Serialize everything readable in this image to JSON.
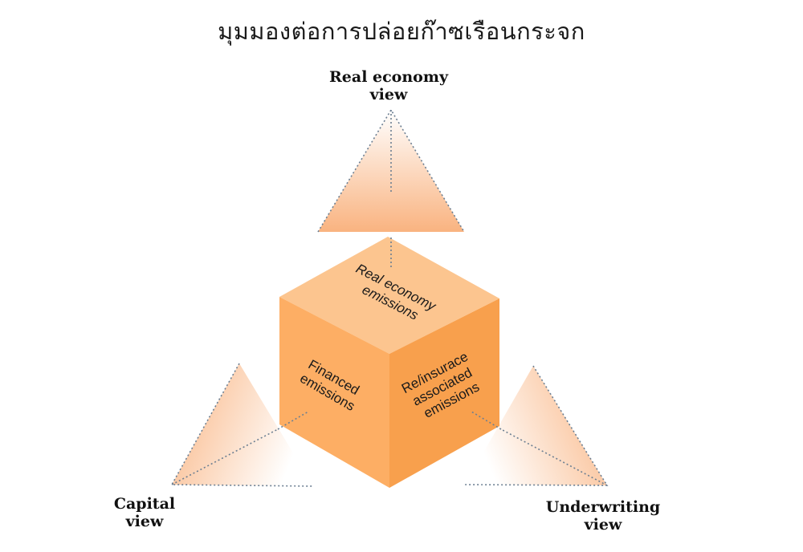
{
  "title": "มุมมองต่อการปล่อยก๊าซเรือนกระจก",
  "cube": {
    "top_face": [
      "Real economy",
      "emissions"
    ],
    "left_face": [
      "Financed",
      "emissions"
    ],
    "right_face": [
      "Re/insurace",
      "associated",
      "emissions"
    ]
  },
  "views": {
    "top": [
      "Real economy",
      "view"
    ],
    "left": [
      "Capital",
      "view"
    ],
    "right": [
      "Underwriting",
      "view"
    ]
  },
  "colors": {
    "cube_top": "#fcc58f",
    "cube_left": "#fdae64",
    "cube_right": "#f8a04d",
    "triangle_peak": "#f9b380",
    "triangle_fade": "#ffffff",
    "dotted_line": "#6c7f92"
  }
}
